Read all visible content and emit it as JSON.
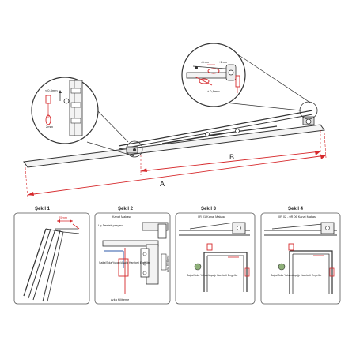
{
  "dimensions": {
    "a_label": "A",
    "b_label": "B"
  },
  "detail_left": {
    "top_value": "≈ 0,8mm",
    "bottom_value": "2mm"
  },
  "detail_right": {
    "left_value": "-2mm",
    "right_value": "+1mm",
    "bottom_value": "± 0,8mm"
  },
  "figures": [
    {
      "title": "Şekil 1",
      "labels": [
        "25mm"
      ]
    },
    {
      "title": "Şekil 2",
      "labels": [
        "Kanat Makası",
        "Uç Destek parçası",
        "Sağa/Sola Yukarı/Aşağı Hareketi Engeller",
        "Arka Kilitleme",
        "Arka Kilitleme"
      ]
    },
    {
      "title": "Şekil 3",
      "labels": [
        "0R 01 Kanat Makası",
        "Sağa/Sola Yukarı/Aşağı Hareketi Engeller"
      ]
    },
    {
      "title": "Şekil 4",
      "labels": [
        "0R 02 - 0R 06 Kanat Makası",
        "Sağa/Sola Yukarı/Aşağı Hareketi Engeller"
      ]
    }
  ],
  "colors": {
    "accent": "#d6282b",
    "line": "#333333",
    "panel_border": "#555555"
  }
}
